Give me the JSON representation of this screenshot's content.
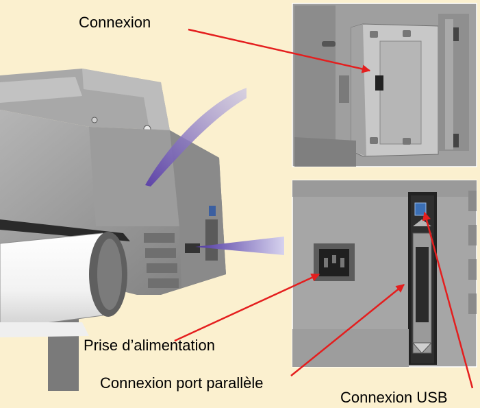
{
  "labels": {
    "connexion": "Connexion",
    "prise_alimentation": "Prise d’alimentation",
    "connexion_port_parallele": "Connexion port parallèle",
    "connexion_usb": "Connexion USB"
  },
  "colors": {
    "background": "#fbf0cf",
    "arrow": "#e41e1e",
    "callout_beam": "#6a4fb0",
    "printer_body": "#9a9a9a",
    "panel_bg": "#a9a9a9"
  }
}
